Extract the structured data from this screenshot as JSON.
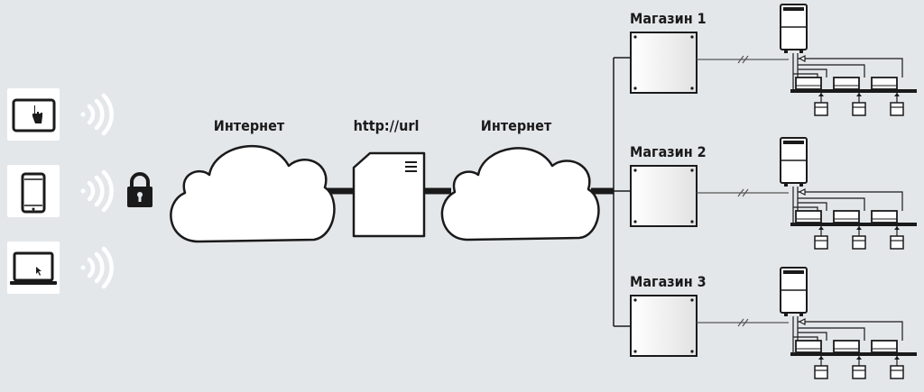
{
  "diagram": {
    "labels": {
      "internet_left": "Интернет",
      "server": "http://url",
      "internet_right": "Интернет"
    },
    "stores": [
      {
        "label": "Магазин 1"
      },
      {
        "label": "Магазин 2"
      },
      {
        "label": "Магазин 3"
      }
    ],
    "devices": [
      "tablet",
      "smartphone",
      "laptop"
    ],
    "icons": {
      "wifi": "wifi-icon",
      "lock": "lock-icon",
      "cloud": "cloud-icon",
      "server": "server-icon",
      "controller": "controller-box-icon",
      "outdoor_unit": "outdoor-unit-icon",
      "indoor_unit": "indoor-unit-icon",
      "remote": "remote-controller-icon"
    },
    "colors": {
      "background": "#e4e7ea",
      "line": "#2b2b2b",
      "device_fill": "#ffffff"
    }
  }
}
